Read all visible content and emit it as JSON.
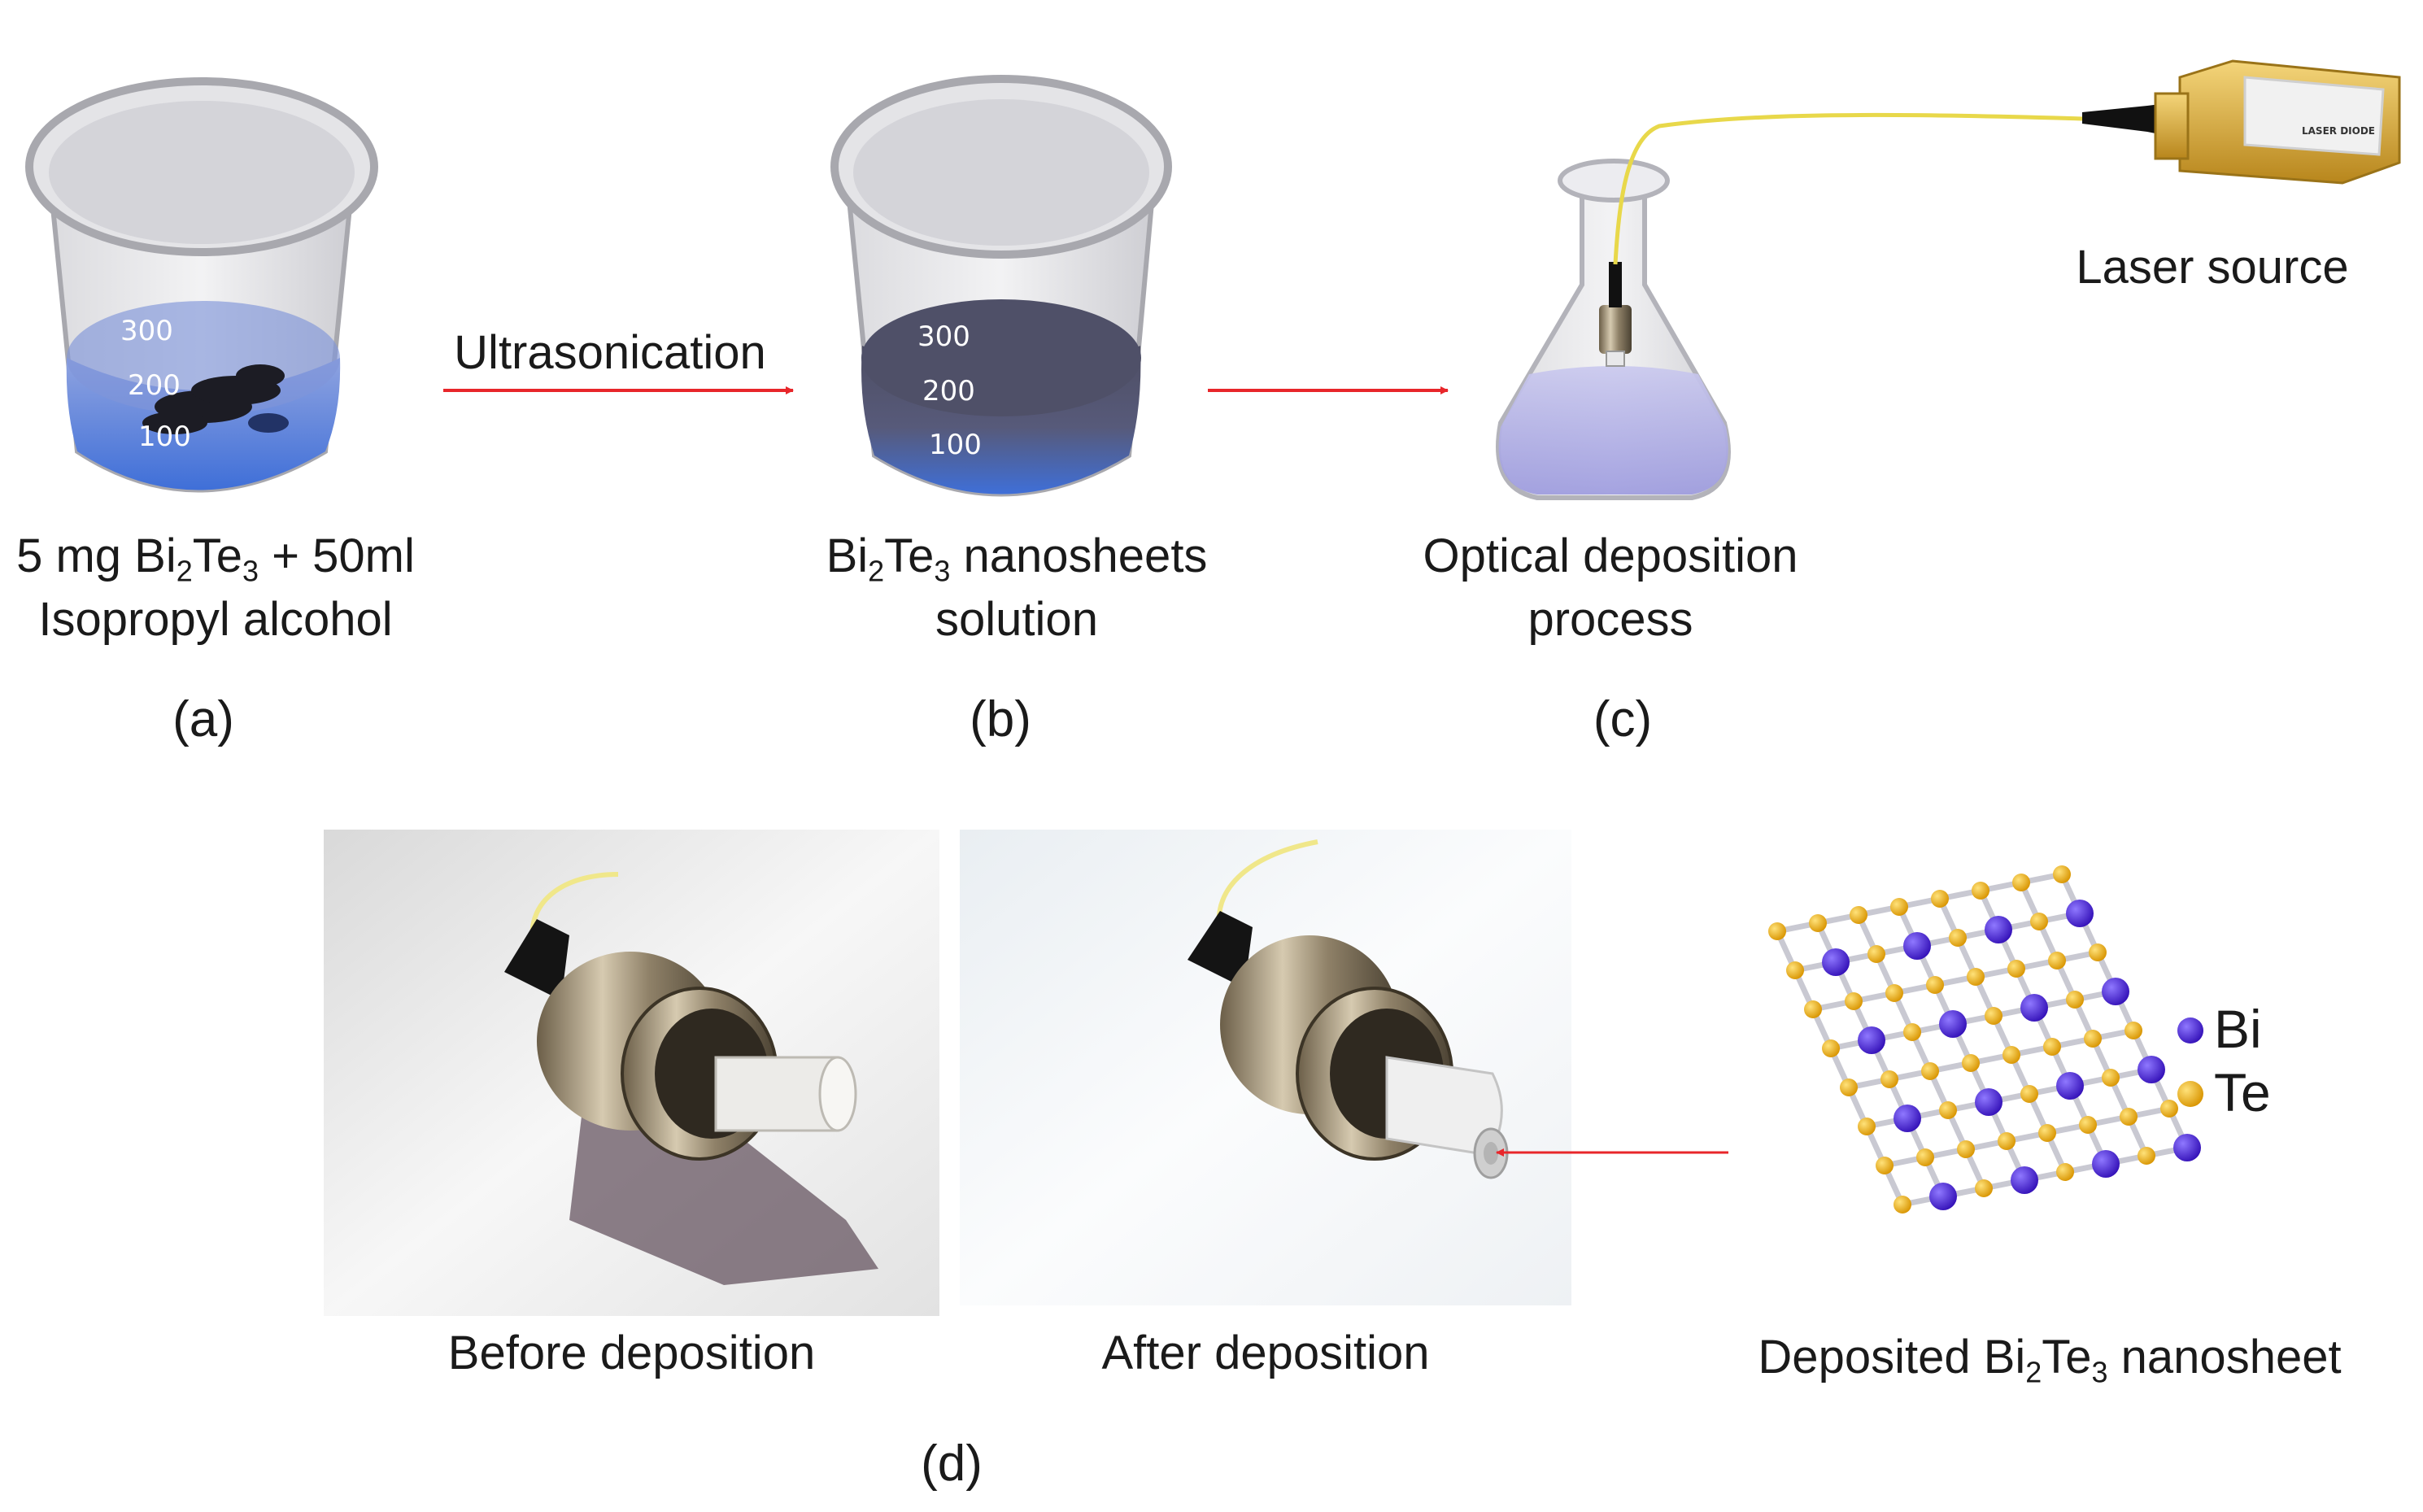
{
  "steps": [
    {
      "id": "a",
      "caption_prefix": "5 mg Bi",
      "sub1": "2",
      "mid1": "Te",
      "sub2": "3",
      "caption_suffix": " + 50ml",
      "caption_line2": "Isopropyl alcohol",
      "label": "(a)"
    },
    {
      "id": "b",
      "caption_prefix": "Bi",
      "sub1": "2",
      "mid1": "Te",
      "sub2": "3",
      "caption_suffix": " nanosheets",
      "caption_line2": "solution",
      "label": "(b)"
    },
    {
      "id": "c",
      "caption_line1": "Optical deposition",
      "caption_line2": "process",
      "label": "(c)"
    }
  ],
  "arrows": {
    "ultrasonication": "Ultrasonication"
  },
  "beaker_scale": [
    "300",
    "200",
    "100"
  ],
  "laser": {
    "label": "Laser source",
    "chip_text": "LASER DIODE"
  },
  "photos": {
    "before": "Before deposition",
    "after": "After deposition"
  },
  "nanosheet": {
    "prefix": "Deposited Bi",
    "sub1": "2",
    "mid": "Te",
    "sub2": "3",
    "suffix": " nanosheet"
  },
  "legend": [
    {
      "name": "Bi",
      "color": "#4a1fd0"
    },
    {
      "name": "Te",
      "color": "#f2b400"
    }
  ],
  "panel_d_label": "(d)",
  "colors": {
    "arrow": "#e8262a",
    "liquid": "#3f6fd8",
    "fiber": "#e8d84a",
    "laser_gold": "#d9a42b"
  }
}
